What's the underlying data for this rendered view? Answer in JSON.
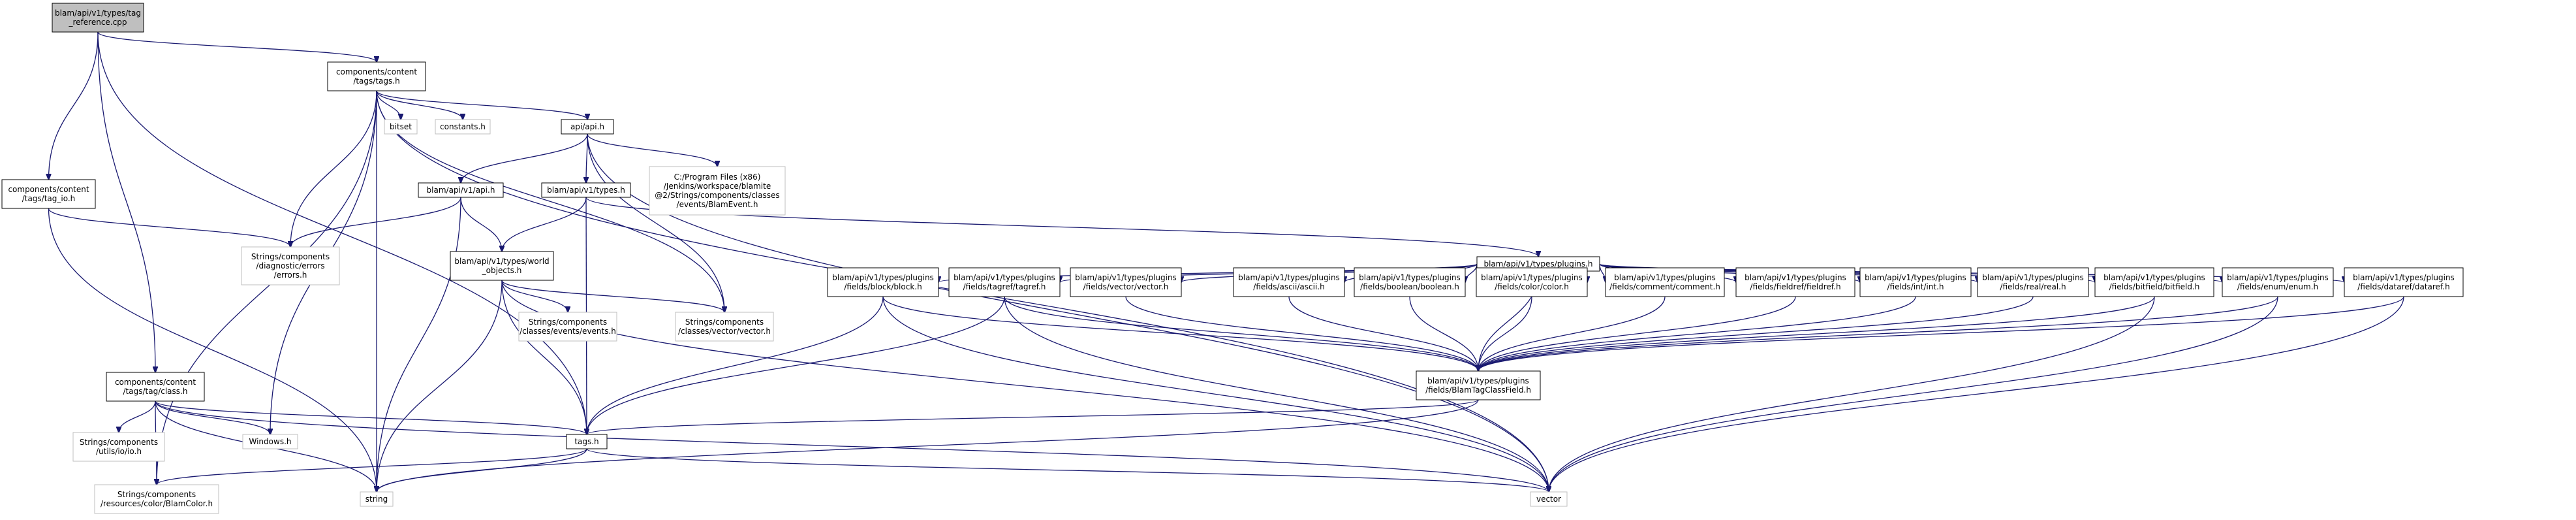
{
  "nodes": [
    {
      "id": "root",
      "label": [
        "blam/api/v1/types/tag",
        "_reference.cpp"
      ],
      "style": "root"
    },
    {
      "id": "tags_h_content",
      "label": [
        "components/content",
        "/tags/tags.h"
      ],
      "style": "normal"
    },
    {
      "id": "tag_io",
      "label": [
        "components/content",
        "/tags/tag_io.h"
      ],
      "style": "normal"
    },
    {
      "id": "bitset",
      "label": [
        "bitset"
      ],
      "style": "gray"
    },
    {
      "id": "constants",
      "label": [
        "constants.h"
      ],
      "style": "gray"
    },
    {
      "id": "api_h",
      "label": [
        "api/api.h"
      ],
      "style": "normal"
    },
    {
      "id": "v1_api",
      "label": [
        "blam/api/v1/api.h"
      ],
      "style": "normal"
    },
    {
      "id": "v1_types",
      "label": [
        "blam/api/v1/types.h"
      ],
      "style": "normal"
    },
    {
      "id": "blamevent",
      "label": [
        "C:/Program Files (x86)",
        "/Jenkins/workspace/blamite",
        "@2/Strings/components/classes",
        "/events/BlamEvent.h"
      ],
      "style": "gray"
    },
    {
      "id": "errors",
      "label": [
        "Strings/components",
        "/diagnostic/errors",
        "/errors.h"
      ],
      "style": "gray"
    },
    {
      "id": "world_objects",
      "label": [
        "blam/api/v1/types/world",
        "_objects.h"
      ],
      "style": "normal"
    },
    {
      "id": "plugins_h",
      "label": [
        "blam/api/v1/types/plugins.h"
      ],
      "style": "normal"
    },
    {
      "id": "events_h",
      "label": [
        "Strings/components",
        "/classes/events/events.h"
      ],
      "style": "gray"
    },
    {
      "id": "vector_h",
      "label": [
        "Strings/components",
        "/classes/vector/vector.h"
      ],
      "style": "gray"
    },
    {
      "id": "block",
      "label": [
        "blam/api/v1/types/plugins",
        "/fields/block/block.h"
      ],
      "style": "normal"
    },
    {
      "id": "tagref",
      "label": [
        "blam/api/v1/types/plugins",
        "/fields/tagref/tagref.h"
      ],
      "style": "normal"
    },
    {
      "id": "vectorf",
      "label": [
        "blam/api/v1/types/plugins",
        "/fields/vector/vector.h"
      ],
      "style": "normal"
    },
    {
      "id": "ascii",
      "label": [
        "blam/api/v1/types/plugins",
        "/fields/ascii/ascii.h"
      ],
      "style": "normal"
    },
    {
      "id": "boolean",
      "label": [
        "blam/api/v1/types/plugins",
        "/fields/boolean/boolean.h"
      ],
      "style": "normal"
    },
    {
      "id": "color",
      "label": [
        "blam/api/v1/types/plugins",
        "/fields/color/color.h"
      ],
      "style": "normal"
    },
    {
      "id": "comment",
      "label": [
        "blam/api/v1/types/plugins",
        "/fields/comment/comment.h"
      ],
      "style": "normal"
    },
    {
      "id": "fieldref",
      "label": [
        "blam/api/v1/types/plugins",
        "/fields/fieldref/fieldref.h"
      ],
      "style": "normal"
    },
    {
      "id": "int",
      "label": [
        "blam/api/v1/types/plugins",
        "/fields/int/int.h"
      ],
      "style": "normal"
    },
    {
      "id": "real",
      "label": [
        "blam/api/v1/types/plugins",
        "/fields/real/real.h"
      ],
      "style": "normal"
    },
    {
      "id": "bitfield",
      "label": [
        "blam/api/v1/types/plugins",
        "/fields/bitfield/bitfield.h"
      ],
      "style": "normal"
    },
    {
      "id": "enum",
      "label": [
        "blam/api/v1/types/plugins",
        "/fields/enum/enum.h"
      ],
      "style": "normal"
    },
    {
      "id": "dataref",
      "label": [
        "blam/api/v1/types/plugins",
        "/fields/dataref/dataref.h"
      ],
      "style": "normal"
    },
    {
      "id": "classfield",
      "label": [
        "blam/api/v1/types/plugins",
        "/fields/BlamTagClassField.h"
      ],
      "style": "normal"
    },
    {
      "id": "tag_class",
      "label": [
        "components/content",
        "/tags/tag/class.h"
      ],
      "style": "normal"
    },
    {
      "id": "utils_io",
      "label": [
        "Strings/components",
        "/utils/io/io.h"
      ],
      "style": "gray"
    },
    {
      "id": "windows",
      "label": [
        "Windows.h"
      ],
      "style": "gray"
    },
    {
      "id": "tags_h",
      "label": [
        "tags.h"
      ],
      "style": "normal"
    },
    {
      "id": "blamcolor",
      "label": [
        "Strings/components",
        "/resources/color/BlamColor.h"
      ],
      "style": "gray"
    },
    {
      "id": "string",
      "label": [
        "string"
      ],
      "style": "gray"
    },
    {
      "id": "vector",
      "label": [
        "vector"
      ],
      "style": "gray"
    }
  ],
  "edges": [
    [
      "root",
      "tags_h_content"
    ],
    [
      "root",
      "tag_io"
    ],
    [
      "root",
      "tag_class"
    ],
    [
      "root",
      "tags_h"
    ],
    [
      "tags_h_content",
      "bitset"
    ],
    [
      "tags_h_content",
      "constants"
    ],
    [
      "tags_h_content",
      "api_h"
    ],
    [
      "tags_h_content",
      "errors"
    ],
    [
      "tags_h_content",
      "vector_h"
    ],
    [
      "tags_h_content",
      "windows"
    ],
    [
      "tags_h_content",
      "blamcolor"
    ],
    [
      "tags_h_content",
      "string"
    ],
    [
      "tags_h_content",
      "vector"
    ],
    [
      "tag_io",
      "errors"
    ],
    [
      "tag_io",
      "string"
    ],
    [
      "api_h",
      "v1_api"
    ],
    [
      "api_h",
      "v1_types"
    ],
    [
      "api_h",
      "blamevent"
    ],
    [
      "api_h",
      "vector_h"
    ],
    [
      "api_h",
      "vector"
    ],
    [
      "v1_api",
      "errors"
    ],
    [
      "v1_api",
      "world_objects"
    ],
    [
      "v1_api",
      "string"
    ],
    [
      "v1_types",
      "world_objects"
    ],
    [
      "v1_types",
      "plugins_h"
    ],
    [
      "v1_types",
      "tags_h"
    ],
    [
      "world_objects",
      "events_h"
    ],
    [
      "world_objects",
      "vector_h"
    ],
    [
      "world_objects",
      "tags_h"
    ],
    [
      "world_objects",
      "string"
    ],
    [
      "world_objects",
      "vector"
    ],
    [
      "plugins_h",
      "block"
    ],
    [
      "plugins_h",
      "tagref"
    ],
    [
      "plugins_h",
      "vectorf"
    ],
    [
      "plugins_h",
      "ascii"
    ],
    [
      "plugins_h",
      "boolean"
    ],
    [
      "plugins_h",
      "color"
    ],
    [
      "plugins_h",
      "comment"
    ],
    [
      "plugins_h",
      "fieldref"
    ],
    [
      "plugins_h",
      "int"
    ],
    [
      "plugins_h",
      "real"
    ],
    [
      "plugins_h",
      "bitfield"
    ],
    [
      "plugins_h",
      "enum"
    ],
    [
      "plugins_h",
      "dataref"
    ],
    [
      "plugins_h",
      "classfield"
    ],
    [
      "block",
      "tags_h"
    ],
    [
      "block",
      "classfield"
    ],
    [
      "block",
      "vector"
    ],
    [
      "tagref",
      "tags_h"
    ],
    [
      "tagref",
      "classfield"
    ],
    [
      "tagref",
      "vector"
    ],
    [
      "vectorf",
      "classfield"
    ],
    [
      "ascii",
      "classfield"
    ],
    [
      "boolean",
      "classfield"
    ],
    [
      "color",
      "classfield"
    ],
    [
      "comment",
      "classfield"
    ],
    [
      "fieldref",
      "classfield"
    ],
    [
      "int",
      "classfield"
    ],
    [
      "real",
      "classfield"
    ],
    [
      "bitfield",
      "classfield"
    ],
    [
      "bitfield",
      "vector"
    ],
    [
      "enum",
      "classfield"
    ],
    [
      "enum",
      "vector"
    ],
    [
      "dataref",
      "classfield"
    ],
    [
      "dataref",
      "vector"
    ],
    [
      "classfield",
      "tags_h"
    ],
    [
      "classfield",
      "string"
    ],
    [
      "tag_class",
      "utils_io"
    ],
    [
      "tag_class",
      "windows"
    ],
    [
      "tag_class",
      "tags_h"
    ],
    [
      "tag_class",
      "blamcolor"
    ],
    [
      "tag_class",
      "string"
    ],
    [
      "tag_class",
      "vector"
    ],
    [
      "tags_h",
      "blamcolor"
    ],
    [
      "tags_h",
      "string"
    ],
    [
      "tags_h",
      "vector"
    ]
  ]
}
